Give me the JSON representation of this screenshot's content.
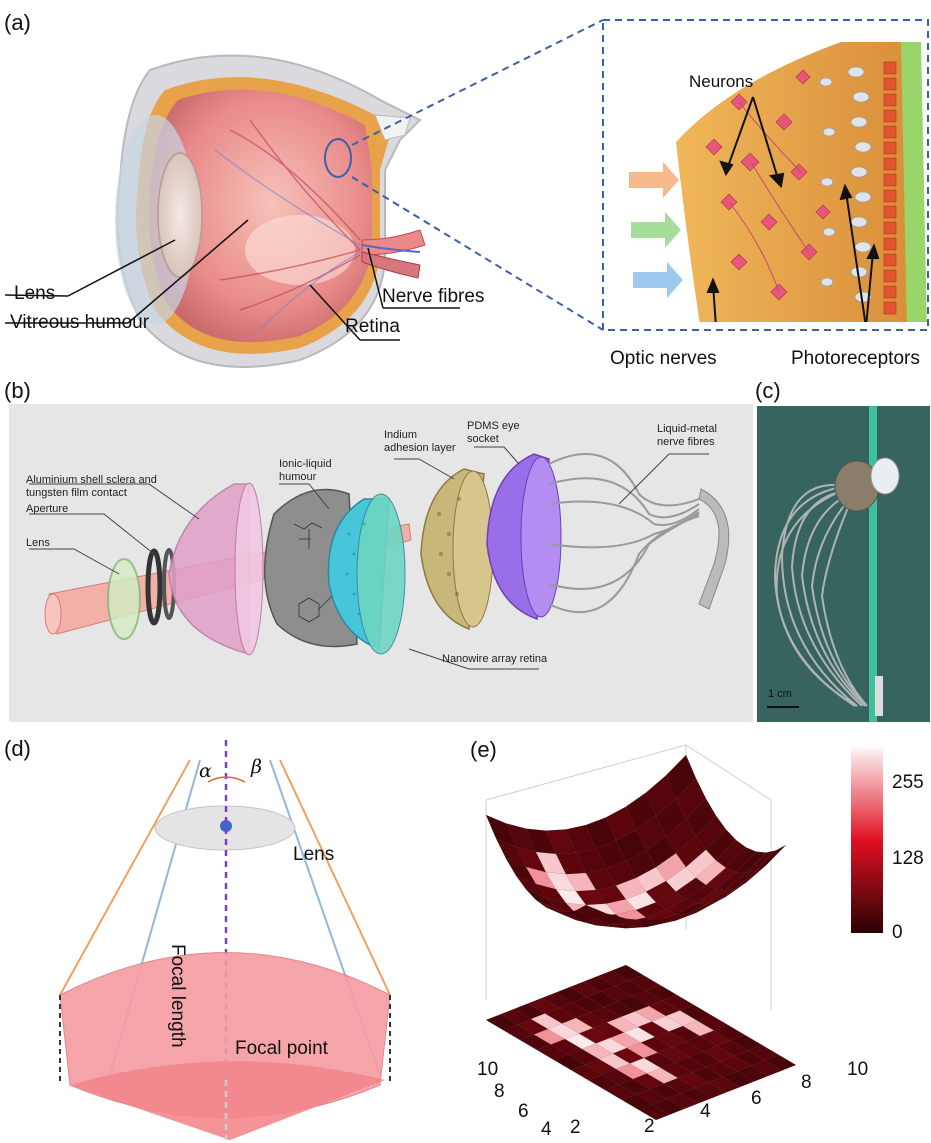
{
  "panels": {
    "a": {
      "letter": "(a)",
      "labels": {
        "lens": "Lens",
        "vitreous": "Vitreous humour",
        "retina": "Retina",
        "nerve_fibres": "Nerve fibres",
        "neurons": "Neurons",
        "optic_nerves": "Optic nerves",
        "photoreceptors": "Photoreceptors"
      }
    },
    "b": {
      "letter": "(b)",
      "labels": {
        "sclera_line1": "Aluminium shell sclera and",
        "sclera_line2": "tungsten film contact",
        "aperture": "Aperture",
        "lens": "Lens",
        "humour_line1": "Ionic-liquid",
        "humour_line2": "humour",
        "indium_line1": "Indium",
        "indium_line2": "adhesion layer",
        "pdms_line1": "PDMS eye",
        "pdms_line2": "socket",
        "lm_line1": "Liquid-metal",
        "lm_line2": "nerve fibres",
        "nanowire": "Nanowire array retina"
      }
    },
    "c": {
      "letter": "(c)",
      "scale": "1 cm"
    },
    "d": {
      "letter": "(d)",
      "labels": {
        "alpha": "α",
        "beta": "β",
        "lens": "Lens",
        "focal_length": "Focal length",
        "focal_point": "Focal point"
      }
    },
    "e": {
      "letter": "(e)",
      "colorbar_ticks": [
        "255",
        "128",
        "0"
      ],
      "axis_left_ticks": [
        "10",
        "8",
        "6",
        "4",
        "2"
      ],
      "axis_right_ticks": [
        "2",
        "4",
        "6",
        "8",
        "10"
      ]
    }
  },
  "colors": {
    "eye_orange": "#e8a24a",
    "retina_pink": "#e98a8a",
    "panel_b_bg": "#e6e6e6",
    "dashed_blue": "#3b5fa8",
    "heat_dark": "#3a0508",
    "heat_red": "#e01020",
    "heat_light": "#fbe0e4"
  },
  "chart_data": {
    "type": "heatmap",
    "x": [
      1,
      2,
      3,
      4,
      5,
      6,
      7,
      8,
      9,
      10
    ],
    "y": [
      1,
      2,
      3,
      4,
      5,
      6,
      7,
      8,
      9,
      10
    ],
    "color_range": [
      0,
      255
    ],
    "values": [
      [
        20,
        30,
        25,
        40,
        30,
        20,
        35,
        25,
        30,
        20
      ],
      [
        30,
        40,
        230,
        35,
        30,
        25,
        20,
        30,
        25,
        30
      ],
      [
        25,
        200,
        240,
        220,
        35,
        30,
        25,
        20,
        30,
        25
      ],
      [
        30,
        35,
        250,
        45,
        40,
        220,
        230,
        210,
        35,
        30
      ],
      [
        20,
        30,
        220,
        240,
        210,
        245,
        40,
        235,
        230,
        25
      ],
      [
        35,
        40,
        230,
        45,
        200,
        35,
        40,
        30,
        220,
        30
      ],
      [
        25,
        30,
        200,
        240,
        30,
        40,
        35,
        30,
        40,
        25
      ],
      [
        30,
        25,
        40,
        220,
        35,
        30,
        25,
        40,
        30,
        20
      ],
      [
        20,
        30,
        25,
        30,
        40,
        25,
        30,
        35,
        25,
        30
      ],
      [
        25,
        20,
        30,
        25,
        30,
        35,
        20,
        25,
        30,
        20
      ]
    ]
  }
}
